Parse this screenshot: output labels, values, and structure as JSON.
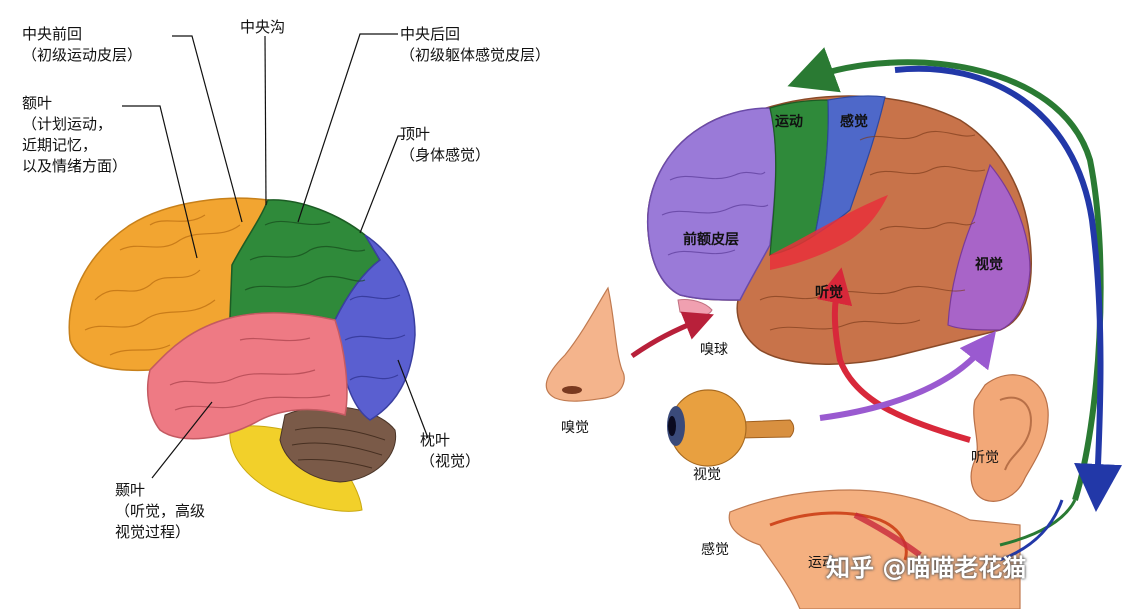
{
  "left": {
    "central_precentral": "中央前回\n（初级运动皮层）",
    "central_sulcus": "中央沟",
    "central_postcentral": "中央后回\n（初级躯体感觉皮层）",
    "frontal": "额叶\n（计划运动，\n近期记忆，\n以及情绪方面）",
    "parietal": "顶叶\n（身体感觉）",
    "occipital": "枕叶\n（视觉）",
    "temporal": "颞叶\n（听觉，高级\n视觉过程）"
  },
  "right": {
    "motor": "运动",
    "sensory": "感觉",
    "prefrontal": "前额皮层",
    "vision_area": "视觉",
    "hearing_area": "听觉",
    "olfactory_bulb": "嗅球",
    "smell": "嗅觉",
    "sight": "视觉",
    "hearing": "听觉",
    "touch": "感觉",
    "motion": "运动"
  },
  "watermark": "知乎 @喵喵老花猫",
  "colors": {
    "frontal": "#f2a531",
    "motor": "#2f8a3a",
    "parietal_sensory": "#4e68c9",
    "occipital": "#5a5fd0",
    "temporal": "#ee7a84",
    "cerebellum": "#7a5a48",
    "brainstem": "#f2d02a",
    "prefrontal": "#9a7ad8",
    "right_brain_main": "#c8734a",
    "vision_right": "#a864c8",
    "arrow_green": "#2a7a33",
    "arrow_blue": "#2238a8",
    "arrow_red": "#d8283a",
    "arrow_purple": "#9a5ad0"
  }
}
